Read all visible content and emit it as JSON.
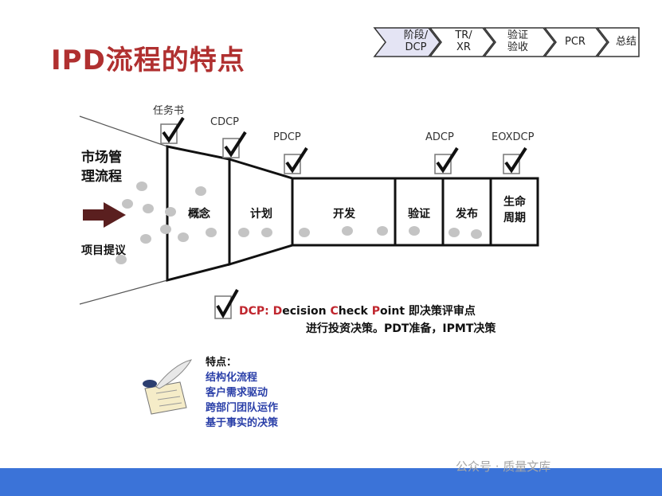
{
  "title": "IPD流程的特点",
  "chevrons": [
    {
      "line1": "阶段/",
      "line2": "DCP"
    },
    {
      "line1": "TR/",
      "line2": "XR"
    },
    {
      "line1": "验证",
      "line2": "验收"
    },
    {
      "line1": "PCR",
      "line2": ""
    },
    {
      "line1": "总结",
      "line2": ""
    }
  ],
  "checkpoints": {
    "charter": "任务书",
    "cdcp": "CDCP",
    "pdcp": "PDCP",
    "adcp": "ADCP",
    "eoxdcp": "EOXDCP"
  },
  "stages": [
    "概念",
    "计划",
    "开发",
    "验证",
    "发布",
    "生命",
    "周期"
  ],
  "side": {
    "market_line1": "市场管",
    "market_line2": "理流程",
    "project": "项目提议"
  },
  "legend": {
    "dcp_prefix": "DCP:",
    "d": "D",
    "ecision": "ecision ",
    "c": "C",
    "heck": "heck ",
    "p": "P",
    "oint": "oint",
    "suffix": " 即决策评审点",
    "line2": "进行投资决策。PDT准备，IPMT决策"
  },
  "features": {
    "head": "特点：",
    "items": [
      "结构化流程",
      "客户需求驱动",
      "跨部门团队运作",
      "基于事实的决策"
    ]
  },
  "watermark": "公众号 · 质量文库",
  "colors": {
    "title": "#b03030",
    "accent_red": "#c0262e",
    "feature_blue": "#2a3fa8",
    "footer_blue": "#3b73d8"
  }
}
